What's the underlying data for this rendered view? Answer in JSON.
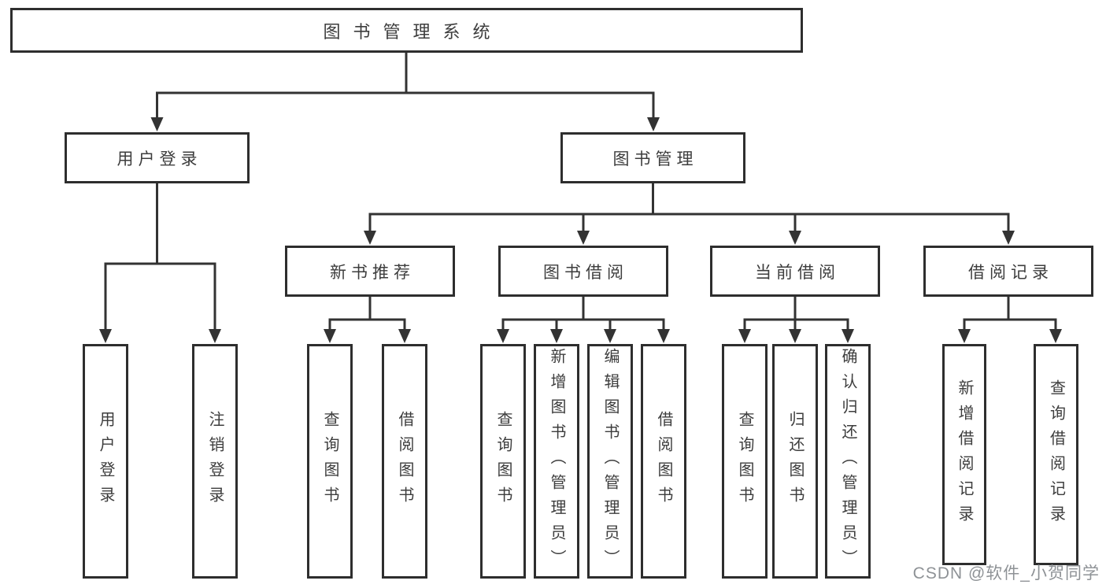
{
  "diagram": {
    "type": "hierarchy-tree",
    "hierarchy": {
      "label": "图书管理系统",
      "children": [
        {
          "label": "用户登录",
          "children": [
            {
              "label": "用户登录"
            },
            {
              "label": "注销登录"
            }
          ]
        },
        {
          "label": "图书管理",
          "children": [
            {
              "label": "新书推荐",
              "children": [
                {
                  "label": "查询图书"
                },
                {
                  "label": "借阅图书"
                }
              ]
            },
            {
              "label": "图书借阅",
              "children": [
                {
                  "label": "查询图书"
                },
                {
                  "label": "新增图书（管理员）"
                },
                {
                  "label": "编辑图书（管理员）"
                },
                {
                  "label": "借阅图书"
                }
              ]
            },
            {
              "label": "当前借阅",
              "children": [
                {
                  "label": "查询图书"
                },
                {
                  "label": "归还图书"
                },
                {
                  "label": "确认归还（管理员）"
                }
              ]
            },
            {
              "label": "借阅记录",
              "children": [
                {
                  "label": "新增借阅记录"
                },
                {
                  "label": "查询借阅记录"
                }
              ]
            }
          ]
        }
      ]
    },
    "colors": {
      "box_border": "#2e2e2e",
      "connector_line": "#333333",
      "text": "#3d3d3d",
      "background": "#ffffff",
      "watermark": "#8e9296"
    }
  },
  "watermark": {
    "text": "CSDN @软件_小贺同学"
  }
}
